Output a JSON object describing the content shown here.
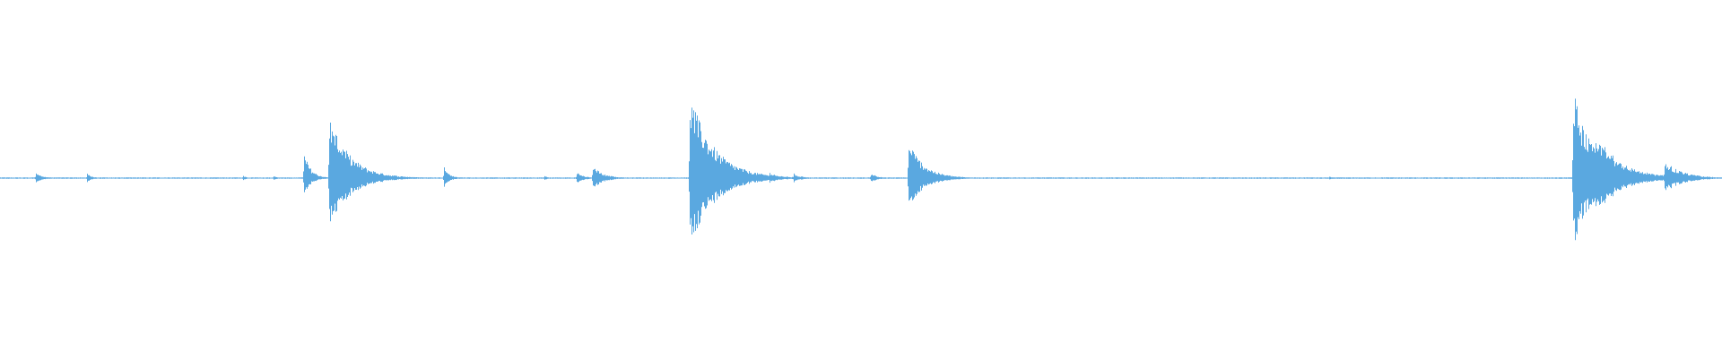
{
  "waveform": {
    "color": "#5aa8e0",
    "background": "#ffffff",
    "peak_amplitude": 1.0,
    "transients": [
      {
        "t": 0.0205,
        "amp": 0.06,
        "decay": 0.004,
        "polarity": 0.9
      },
      {
        "t": 0.0505,
        "amp": 0.05,
        "decay": 0.003,
        "polarity": 0.9
      },
      {
        "t": 0.141,
        "amp": 0.03,
        "decay": 0.002,
        "polarity": 0.9
      },
      {
        "t": 0.1585,
        "amp": 0.03,
        "decay": 0.002,
        "polarity": 0.9
      },
      {
        "t": 0.1765,
        "amp": 0.28,
        "decay": 0.004,
        "polarity": 0.65
      },
      {
        "t": 0.1908,
        "amp": 0.72,
        "decay": 0.012,
        "polarity": 0.78
      },
      {
        "t": 0.2575,
        "amp": 0.14,
        "decay": 0.003,
        "polarity": 0.8
      },
      {
        "t": 0.3158,
        "amp": 0.03,
        "decay": 0.002,
        "polarity": 0.9
      },
      {
        "t": 0.3345,
        "amp": 0.07,
        "decay": 0.004,
        "polarity": 0.9
      },
      {
        "t": 0.344,
        "amp": 0.14,
        "decay": 0.006,
        "polarity": 0.9
      },
      {
        "t": 0.3545,
        "amp": 0.03,
        "decay": 0.002,
        "polarity": 0.9
      },
      {
        "t": 0.4005,
        "amp": 0.95,
        "decay": 0.014,
        "polarity": 0.8
      },
      {
        "t": 0.4465,
        "amp": 0.07,
        "decay": 0.005,
        "polarity": 0.9
      },
      {
        "t": 0.4605,
        "amp": 0.06,
        "decay": 0.004,
        "polarity": 0.9
      },
      {
        "t": 0.5055,
        "amp": 0.06,
        "decay": 0.004,
        "polarity": 0.9
      },
      {
        "t": 0.5275,
        "amp": 0.42,
        "decay": 0.009,
        "polarity": 0.8
      },
      {
        "t": 0.7715,
        "amp": 0.02,
        "decay": 0.002,
        "polarity": 0.9
      },
      {
        "t": 0.9135,
        "amp": 1.0,
        "decay": 0.011,
        "polarity": 0.78
      },
      {
        "t": 0.9265,
        "amp": 0.52,
        "decay": 0.014,
        "polarity": 0.8
      },
      {
        "t": 0.9665,
        "amp": 0.2,
        "decay": 0.01,
        "polarity": 0.85
      }
    ]
  }
}
